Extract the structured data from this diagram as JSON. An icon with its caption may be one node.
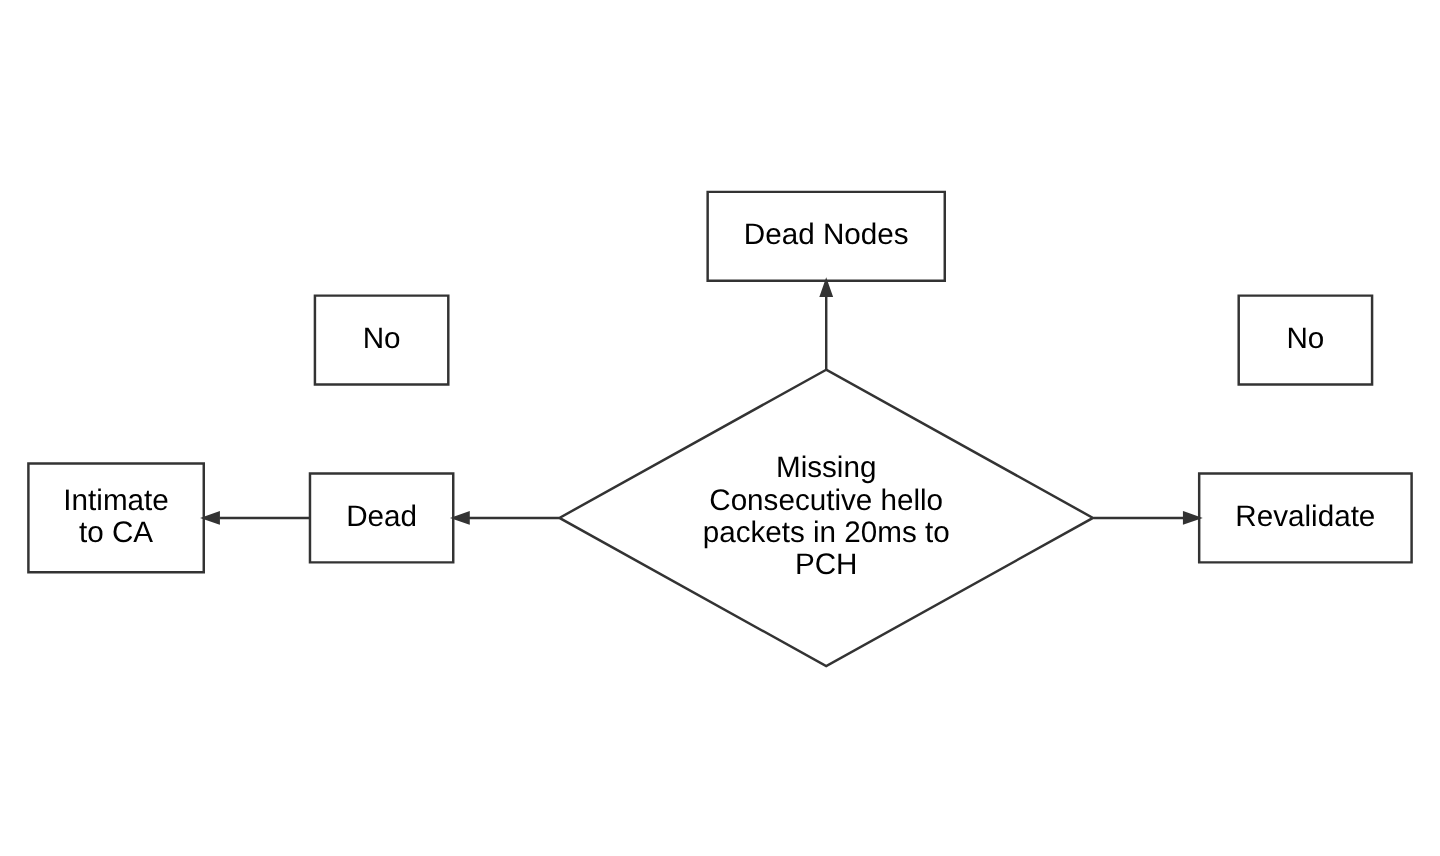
{
  "diagram": {
    "nodes": [
      {
        "text": [
          "Dead Nodes"
        ]
      },
      {
        "text": [
          "No"
        ]
      },
      {
        "text": [
          "Missing Consecutive hello packets in 20ms to PCH"
        ]
      },
      {
        "text": [
          "No"
        ]
      },
      {
        "text": [
          "Intimate to CA"
        ]
      },
      {
        "text": [
          "Dead"
        ]
      },
      {
        "text": [
          "Revalidate"
        ]
      }
    ],
    "edges": [
      {
        "from": 2,
        "to": 0,
        "arrow": "to"
      },
      {
        "from": 2,
        "to": 5,
        "arrow": "to"
      },
      {
        "from": 5,
        "to": 4,
        "arrow": "to"
      },
      {
        "from": 2,
        "to": 6,
        "arrow": "to"
      }
    ]
  }
}
